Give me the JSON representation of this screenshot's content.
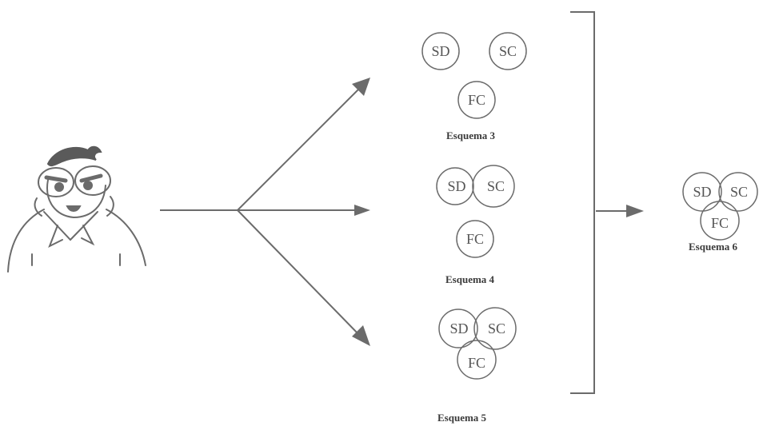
{
  "schemes": [
    {
      "id": 3,
      "label": "Esquema 3",
      "circles": [
        "SD",
        "SC",
        "FC"
      ]
    },
    {
      "id": 4,
      "label": "Esquema 4",
      "circles": [
        "SD",
        "SC",
        "FC"
      ]
    },
    {
      "id": 5,
      "label": "Esquema 5",
      "circles": [
        "SD",
        "SC",
        "FC"
      ]
    },
    {
      "id": 6,
      "label": "Esquema 6",
      "circles": [
        "SD",
        "SC",
        "FC"
      ]
    }
  ],
  "colors": {
    "stroke": "#6b6b6b",
    "text": "#555555",
    "hair": "#5a5a5a"
  },
  "icons": [
    "person-illustration",
    "arrow-icon",
    "bracket-icon"
  ]
}
